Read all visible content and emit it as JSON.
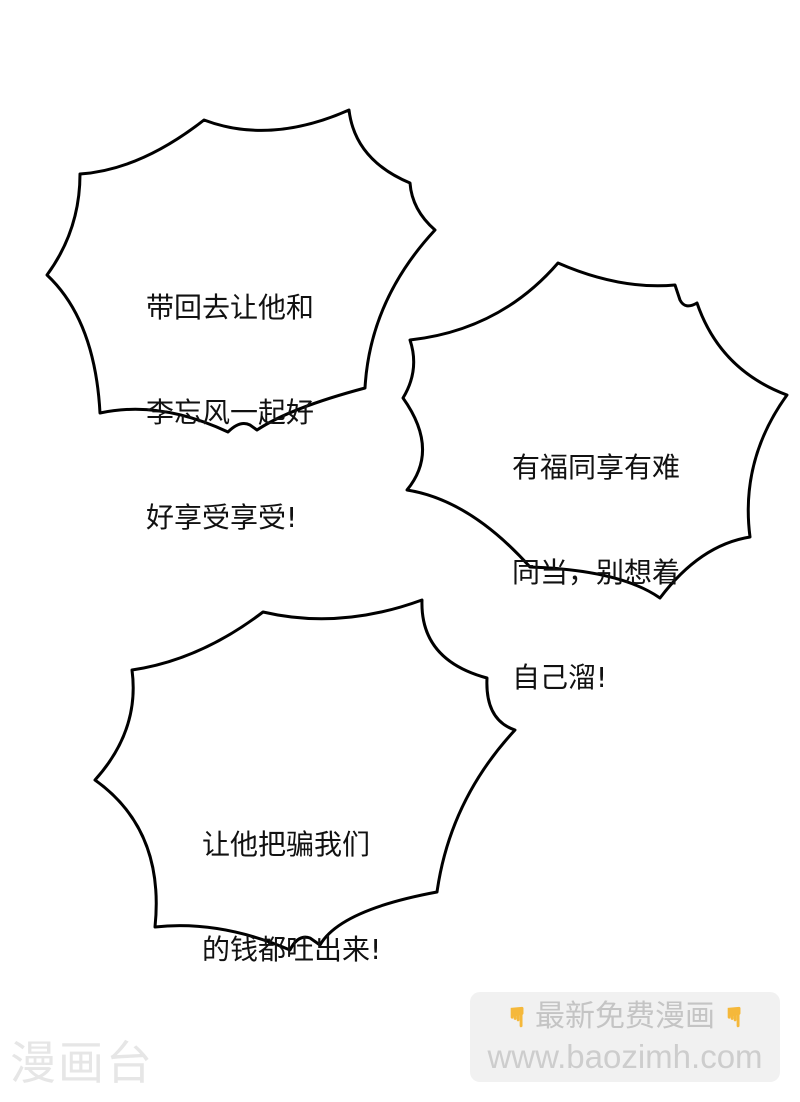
{
  "bubbles": [
    {
      "id": "bubble-1",
      "lines": [
        "带回去让他和",
        "李忘风一起好",
        "好享受享受!"
      ]
    },
    {
      "id": "bubble-2",
      "lines": [
        "有福同享有难",
        "同当，别想着",
        "自己溜!"
      ]
    },
    {
      "id": "bubble-3",
      "lines": [
        "让他把骗我们",
        "的钱都吐出来!"
      ]
    }
  ],
  "watermarks": {
    "site_banner": {
      "line1": "最新免费漫画",
      "line2": "www.baozimh.com",
      "icon": "pointing-down-hand-icon",
      "icon_color": "#f5b83a",
      "background": "#f1f1f1"
    },
    "brand": "漫画台"
  },
  "colors": {
    "background": "#ffffff",
    "outline": "#000000",
    "text": "#111111"
  }
}
